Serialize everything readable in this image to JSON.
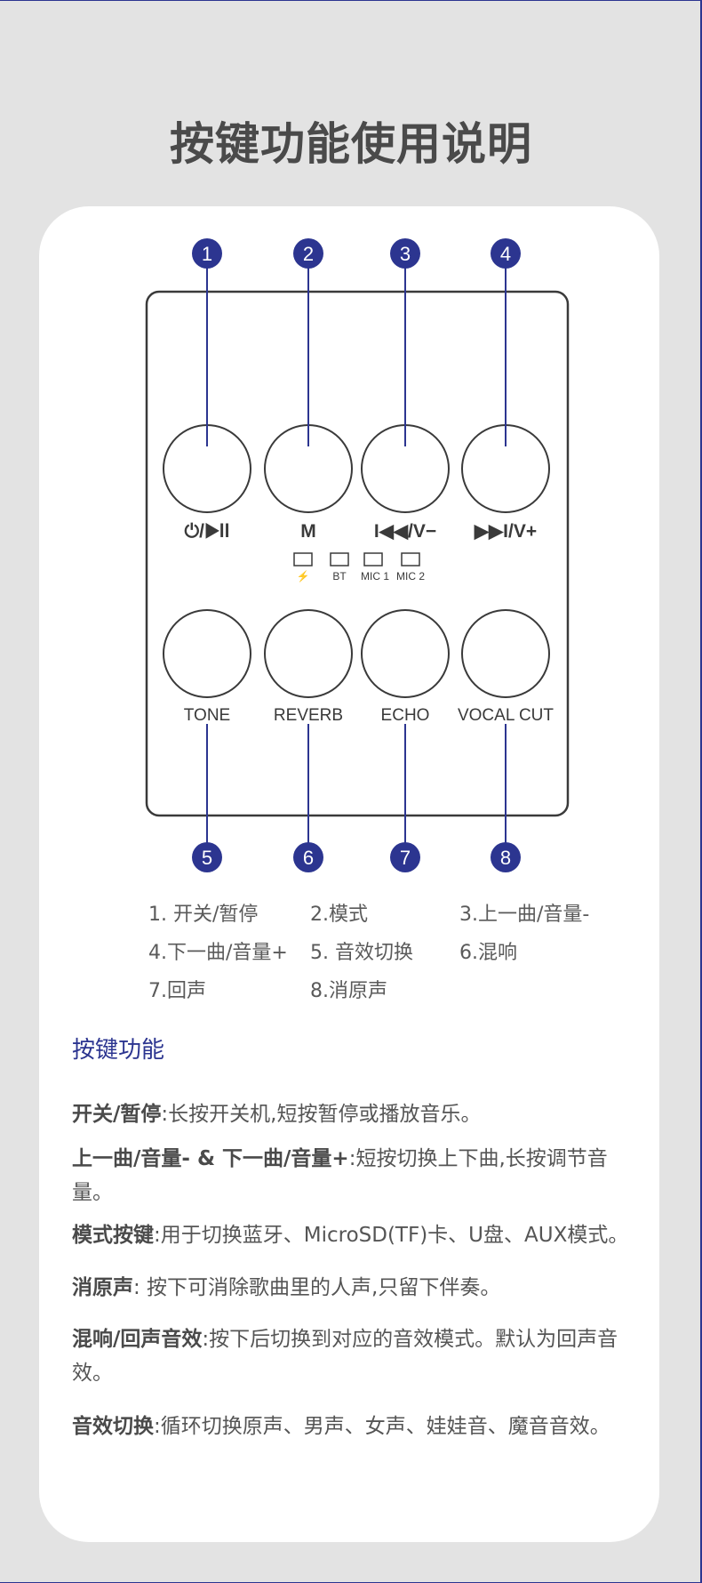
{
  "page": {
    "title": "按键功能使用说明"
  },
  "buttons": {
    "top": [
      {
        "number": "1",
        "symbol": "⏻/▶ll"
      },
      {
        "number": "2",
        "symbol": "M"
      },
      {
        "number": "3",
        "symbol": "I◀◀/V−"
      },
      {
        "number": "4",
        "symbol": "▶▶I/V+"
      }
    ],
    "bottom": [
      {
        "number": "5",
        "label": "TONE"
      },
      {
        "number": "6",
        "label": "REVERB"
      },
      {
        "number": "7",
        "label": "ECHO"
      },
      {
        "number": "8",
        "label": "VOCAL CUT"
      }
    ],
    "indicators": [
      "⚡",
      "BT",
      "MIC 1",
      "MIC 2"
    ]
  },
  "legend": [
    [
      "1. 开关/暂停",
      "2.模式",
      "3.上一曲/音量-"
    ],
    [
      "4.下一曲/音量+",
      "5. 音效切换",
      "6.混响"
    ],
    [
      "7.回声",
      "8.消原声"
    ]
  ],
  "section_title": "按键功能",
  "descriptions": [
    {
      "term": "开关/暂停",
      "text": ":长按开关机,短按暂停或播放音乐。"
    },
    {
      "term": "上一曲/音量- & 下一曲/音量+",
      "text": ":短按切换上下曲,长按调节音量。"
    },
    {
      "term": "模式按键",
      "text": ":用于切换蓝牙、MicroSD(TF)卡、U盘、AUX模式。"
    },
    {
      "term": "消原声",
      "text": ": 按下可消除歌曲里的人声,只留下伴奏。"
    },
    {
      "term": "混响/回声音效",
      "text": ":按下后切换到对应的音效模式。默认为回声音效。"
    },
    {
      "term": "音效切换",
      "text": ":循环切换原声、男声、女声、娃娃音、魔音音效。"
    }
  ],
  "colors": {
    "accent": "#2c3590",
    "stroke": "#3a3a3a",
    "background": "#e3e3e3",
    "card": "#ffffff"
  }
}
